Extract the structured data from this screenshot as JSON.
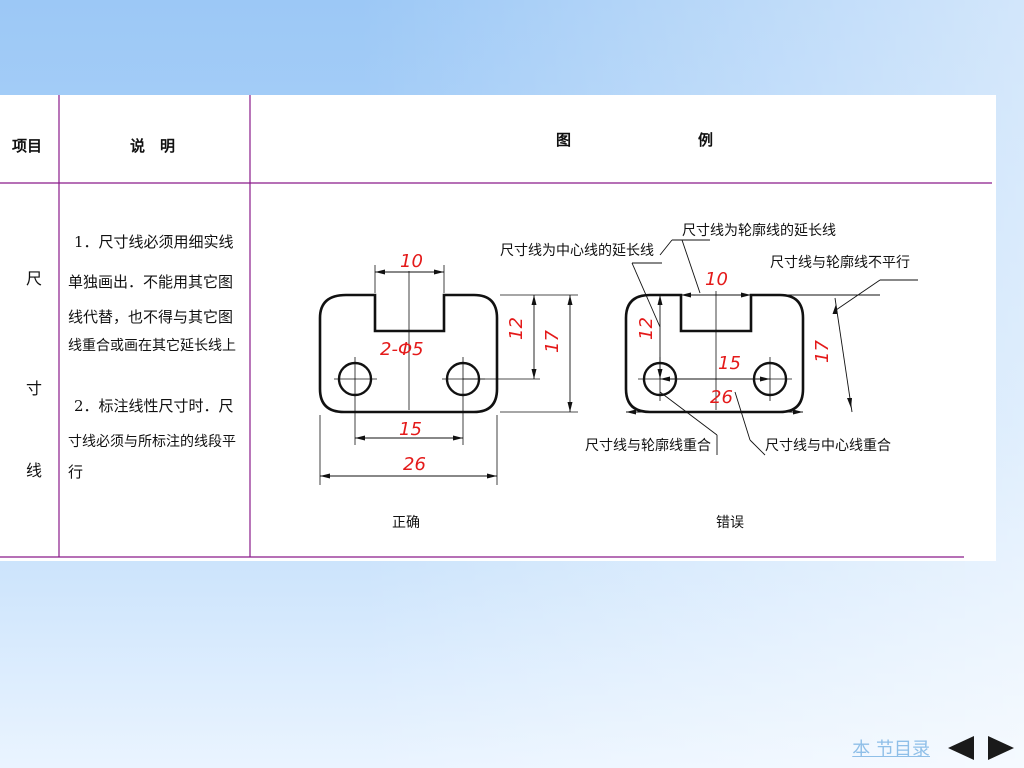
{
  "table": {
    "headers": {
      "item": "项目",
      "desc": "说　明",
      "fig_left": "图",
      "fig_right": "例"
    },
    "row_label": [
      "尺",
      "寸",
      "线"
    ],
    "description": [
      "1．尺寸线必须用细实线",
      "单独画出．不能用其它图",
      "线代替，也不得与其它图",
      "线重合或画在其它延长线上",
      "2．标注线性尺寸时．尺",
      "寸线必须与所标注的线段平",
      "行"
    ]
  },
  "figure_correct": {
    "caption": "正确",
    "dims": {
      "top_width": "10",
      "hole": "2-Φ5",
      "notch_height": "12",
      "height": "17",
      "hole_spacing": "15",
      "width": "26"
    }
  },
  "figure_wrong": {
    "caption": "错误",
    "dims": {
      "top_width": "10",
      "notch_height": "12",
      "hole_spacing": "15",
      "width": "26",
      "height": "17"
    },
    "notes": {
      "contour_extension": "尺寸线为轮廓线的延长线",
      "center_extension": "尺寸线为中心线的延长线",
      "not_parallel": "尺寸线与轮廓线不平行",
      "on_contour": "尺寸线与轮廓线重合",
      "on_center": "尺寸线与中心线重合"
    }
  },
  "nav": {
    "contents_link": "本 节目录"
  },
  "colors": {
    "table_line": "#8a1a8a",
    "dim_text": "#e41a1a",
    "background": "#a8cff8"
  }
}
